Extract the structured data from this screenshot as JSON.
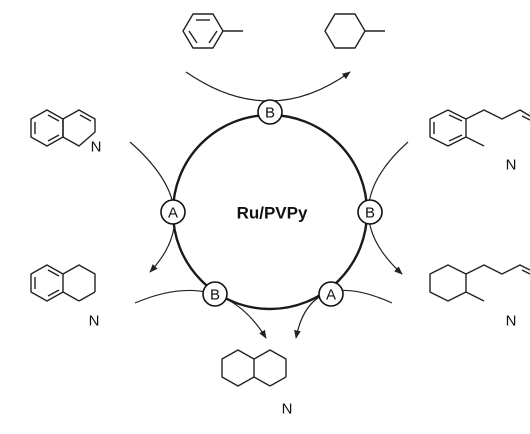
{
  "catalyst": "Ru/PVPy",
  "step_labels": {
    "a": "A",
    "b": "B"
  },
  "atoms": {
    "nitrogen": "N"
  },
  "colors": {
    "ink": "#222222",
    "background": "#ffffff"
  }
}
